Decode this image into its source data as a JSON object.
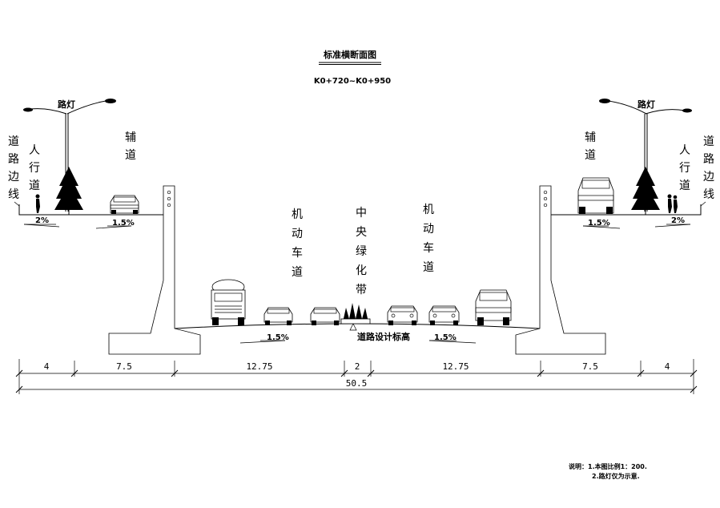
{
  "title": "标准横断面图",
  "station": "K0+720~K0+950",
  "labels": {
    "lamp_left": "路灯",
    "lamp_right": "路灯",
    "edge_left": [
      "道",
      "路",
      "边",
      "线"
    ],
    "edge_right": [
      "道",
      "路",
      "边",
      "线"
    ],
    "ped_left": [
      "人",
      "行",
      "道"
    ],
    "ped_right": [
      "人",
      "行",
      "道"
    ],
    "aux_left": [
      "辅",
      "道"
    ],
    "aux_right": [
      "辅",
      "道"
    ],
    "motor_left": [
      "机",
      "动",
      "车",
      "道"
    ],
    "motor_right": [
      "机",
      "动",
      "车",
      "道"
    ],
    "median": [
      "中",
      "央",
      "绿",
      "化",
      "带"
    ],
    "design_elev": "道路设计标高"
  },
  "slopes": {
    "ped_left": "2%",
    "aux_left": "1.5%",
    "main_left": "1.5%",
    "main_right": "1.5%",
    "aux_right": "1.5%",
    "ped_right": "2%"
  },
  "dimensions": [
    "4",
    "7.5",
    "12.75",
    "2",
    "12.75",
    "7.5",
    "4"
  ],
  "total_width": "50.5",
  "notes": {
    "line1": "说明：1.本图比例1：200.",
    "line2": "2.路灯仅为示意."
  },
  "icons": {
    "street_lamp": "street-lamp-icon",
    "tree": "tree-icon",
    "car": "car-icon",
    "truck": "tanker-truck-icon",
    "pickup": "pickup-truck-icon",
    "pedestrian": "pedestrian-icon",
    "plant": "shrub-icon"
  }
}
